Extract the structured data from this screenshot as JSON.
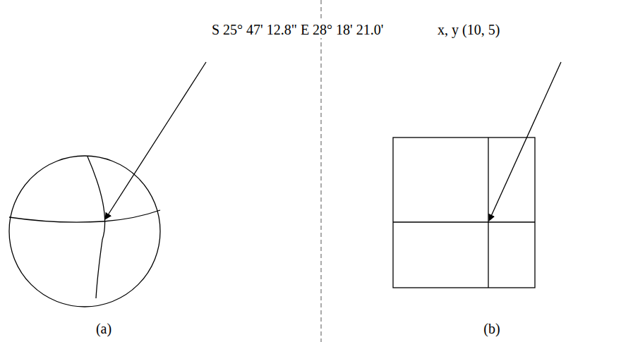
{
  "diagram": {
    "labels": [
      "S 25° 47' 12.8\" E 28° 18' 21.0'",
      "x, y (10, 5)",
      "(a)",
      "(b)"
    ]
  }
}
